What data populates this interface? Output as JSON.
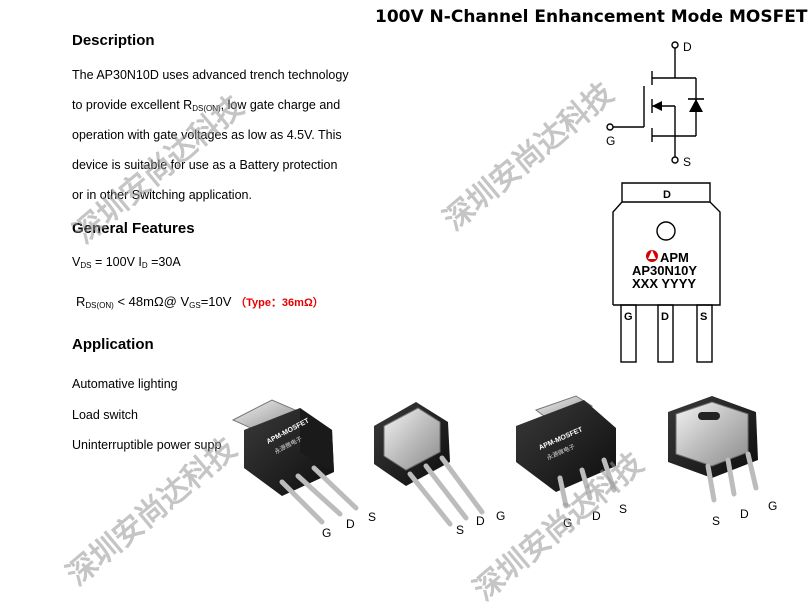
{
  "title": "100V N-Channel Enhancement Mode MOSFET",
  "description": {
    "heading": "Description",
    "lines": [
      "The AP30N10D uses advanced trench technology",
      "to provide excellent R",
      "DS(ON)",
      ", low gate charge and",
      "operation with gate voltages as low as 4.5V. This",
      "device is suitable for use as a Battery protection",
      "or in other Switching application."
    ]
  },
  "features": {
    "heading": "General Features",
    "vds_prefix": "V",
    "vds_sub": "DS",
    "vds_value": " = 100V  I",
    "id_sub": "D",
    "id_value": " =30A",
    "rds_prefix": "R",
    "rds_sub": "DS(ON)",
    "rds_value": " < 48mΩ@ V",
    "vgs_sub": "GS",
    "vgs_value": "=10V",
    "typ_note": "（Type：36mΩ）"
  },
  "application": {
    "heading": "Application",
    "items": [
      "Automative lighting",
      "Load switch",
      "Uninterruptible power supp"
    ]
  },
  "symbol": {
    "drain": "D",
    "gate": "G",
    "source": "S"
  },
  "package": {
    "tab_label": "D",
    "brand": "APM",
    "part": "AP30N10Y",
    "date_code": "XXX YYYY",
    "pins": [
      "G",
      "D",
      "S"
    ]
  },
  "photos": {
    "chip_text": "APM-MOSFET",
    "chip_subtext": "永源微电子",
    "p1_labels": [
      "G",
      "D",
      "S"
    ],
    "p2_labels": [
      "S",
      "D",
      "G"
    ],
    "p3_labels": [
      "G",
      "D",
      "S"
    ],
    "p4_labels": [
      "S",
      "D",
      "G"
    ]
  },
  "watermark": "深圳安尚达科技"
}
